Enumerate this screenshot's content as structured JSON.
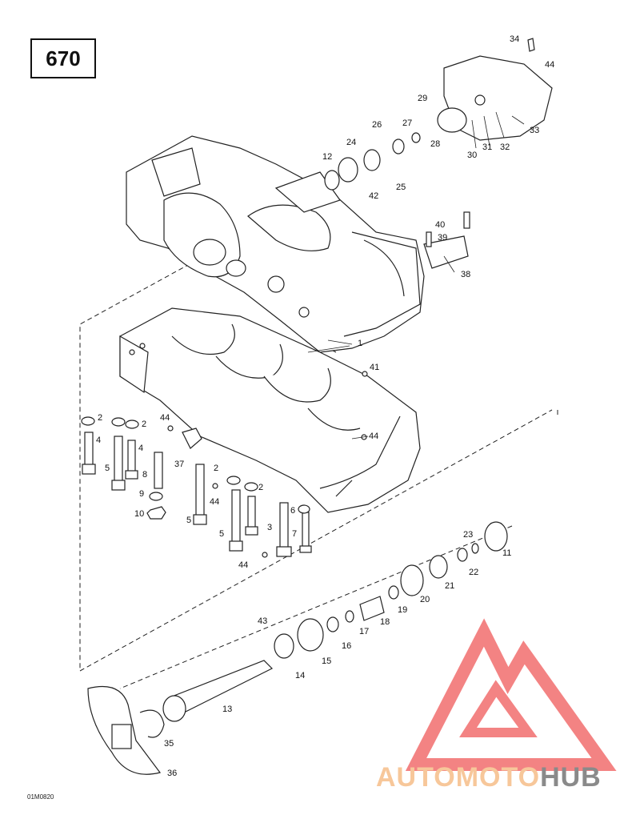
{
  "ref_number": "670",
  "drawing_code": "01M0820",
  "watermark": {
    "part1": "AUTOMOTO",
    "part2": "HUB",
    "color_logo": "#f05a5a",
    "color_text_1": "#f7c79a",
    "color_text_2": "#8a8a8a"
  },
  "callouts": {
    "n1": "1",
    "n2a": "2",
    "n2b": "2",
    "n2c": "2",
    "n2d": "2",
    "n3": "3",
    "n4a": "4",
    "n4b": "4",
    "n5a": "5",
    "n5b": "5",
    "n5c": "5",
    "n6": "6",
    "n7": "7",
    "n8": "8",
    "n9": "9",
    "n10": "10",
    "n11": "11",
    "n12": "12",
    "n13": "13",
    "n14": "14",
    "n15": "15",
    "n16": "16",
    "n17": "17",
    "n18": "18",
    "n19": "19",
    "n20": "20",
    "n21": "21",
    "n22": "22",
    "n23": "23",
    "n24": "24",
    "n25": "25",
    "n26": "26",
    "n27": "27",
    "n28": "28",
    "n29": "29",
    "n30": "30",
    "n31": "31",
    "n32": "32",
    "n33": "33",
    "n34": "34",
    "n35": "35",
    "n36": "36",
    "n37": "37",
    "n38": "38",
    "n39": "39",
    "n40": "40",
    "n41": "41",
    "n42": "42",
    "n43": "43",
    "n44a": "44",
    "n44b": "44",
    "n44c": "44",
    "n44d": "44",
    "n44e": "44"
  }
}
